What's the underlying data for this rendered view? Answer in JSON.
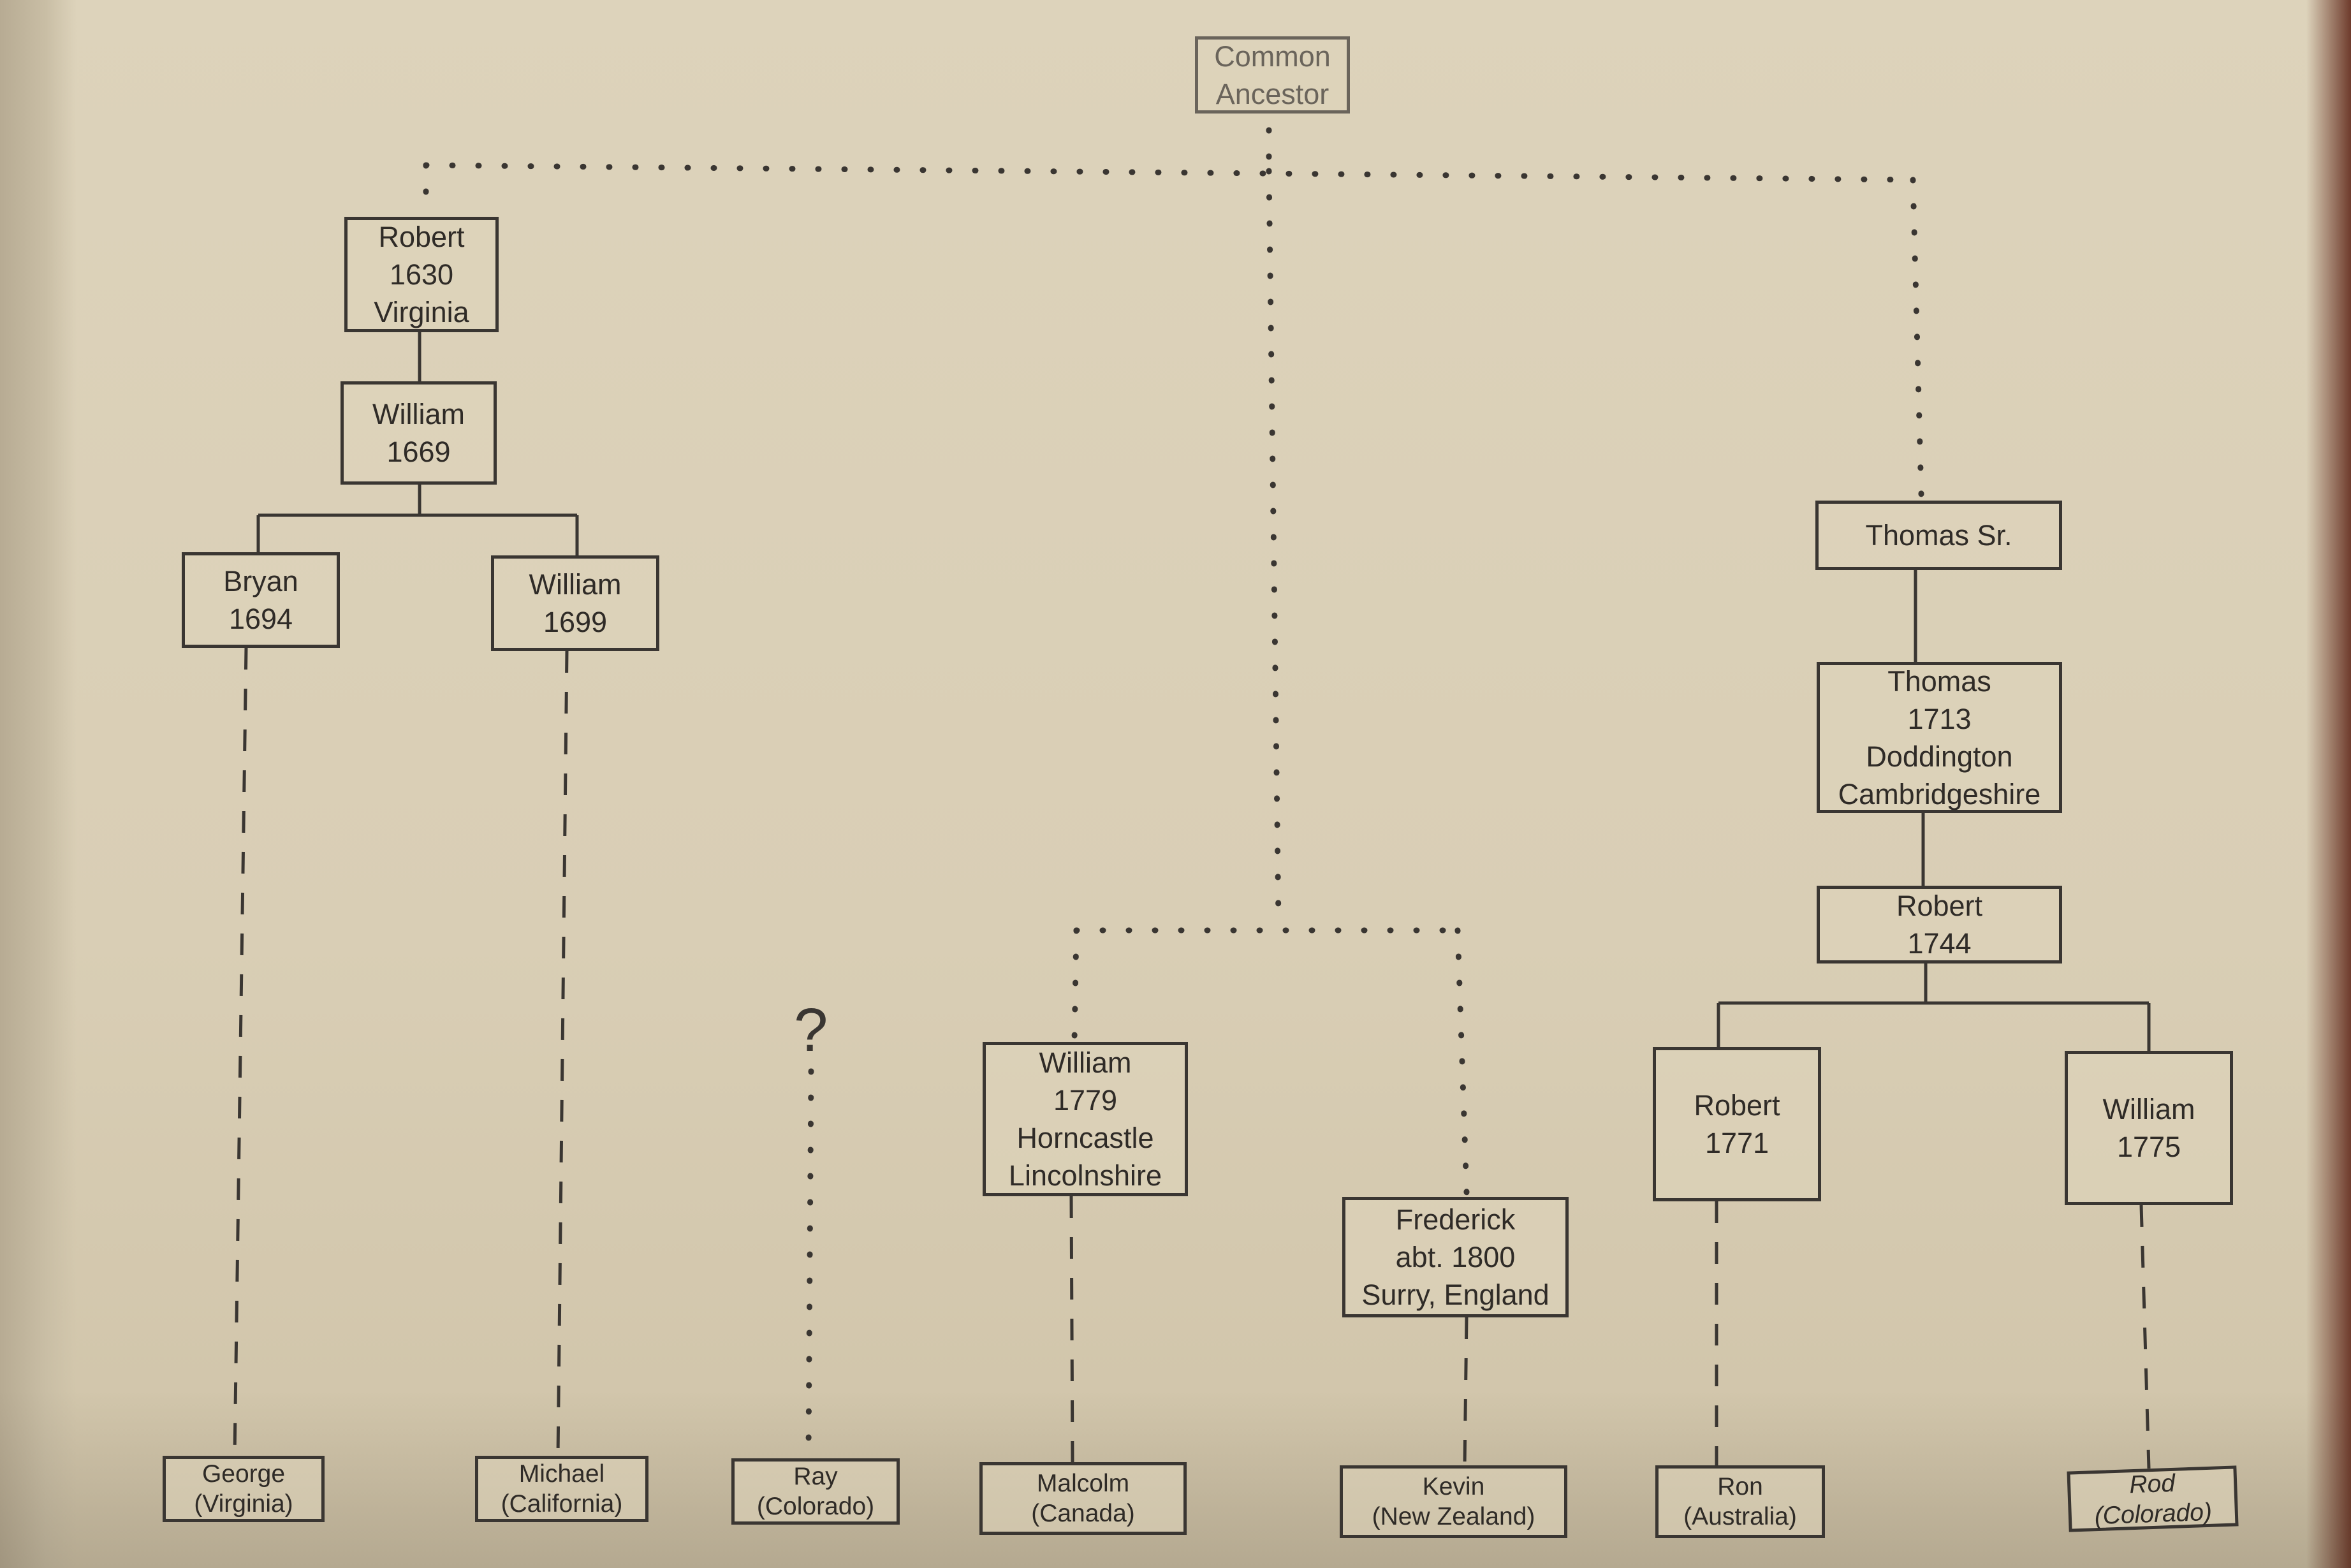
{
  "diagram": {
    "root": {
      "label": "Common\nAncestor"
    },
    "branch_robert": {
      "robert_1630": "Robert\n1630\nVirginia",
      "william_1669": "William\n1669",
      "bryan_1694": "Bryan\n1694",
      "william_1699": "William\n1699"
    },
    "branch_center": {
      "william_1779": "William\n1779\nHorncastle\nLincolnshire",
      "frederick_1800": "Frederick\nabt. 1800\nSurry, England"
    },
    "branch_thomas": {
      "thomas_sr": "Thomas Sr.",
      "thomas_1713": "Thomas\n1713\nDoddington\nCambridgeshire",
      "robert_1744": "Robert\n1744",
      "robert_1771": "Robert\n1771",
      "william_1775": "William\n1775"
    },
    "unknown_link_mark": "?",
    "descendants": [
      "George\n(Virginia)",
      "Michael\n(California)",
      "Ray\n(Colorado)",
      "Malcolm\n(Canada)",
      "Kevin\n(New Zealand)",
      "Ron\n(Australia)",
      "Rod\n(Colorado)"
    ]
  },
  "colors": {
    "paper": "#d9ceb5",
    "ink": "#3a3632",
    "faded_ink": "#6a645b"
  }
}
